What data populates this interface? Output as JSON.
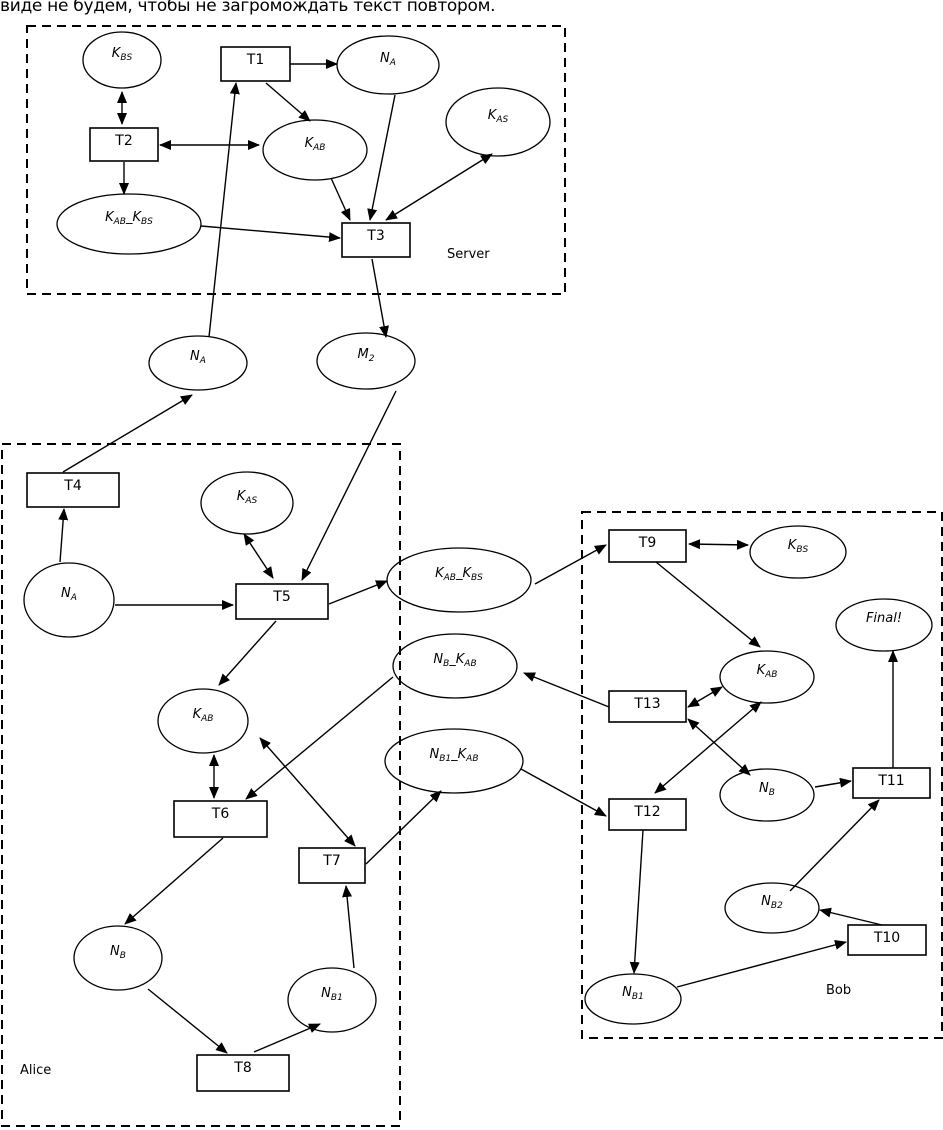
{
  "caption": "виде не будем, чтобы не загромождать текст повтором.",
  "groups": [
    {
      "id": "server",
      "label": "Server"
    },
    {
      "id": "alice",
      "label": "Alice"
    },
    {
      "id": "bob",
      "label": "Bob"
    }
  ],
  "places": [
    {
      "id": "s_kbs",
      "group": "server",
      "main": "K",
      "sub": "BS"
    },
    {
      "id": "s_na",
      "group": "server",
      "main": "N",
      "sub": "A"
    },
    {
      "id": "s_kas",
      "group": "server",
      "main": "K",
      "sub": "AS"
    },
    {
      "id": "s_kab",
      "group": "server",
      "main": "K",
      "sub": "AB"
    },
    {
      "id": "s_kabkbs",
      "group": "server",
      "main": "K",
      "sub": "AB",
      "main2": "_K",
      "sub2": "BS"
    },
    {
      "id": "m_na",
      "group": "channel",
      "main": "N",
      "sub": "A"
    },
    {
      "id": "m_m2",
      "group": "channel",
      "main": "M",
      "sub": "2"
    },
    {
      "id": "a_kas",
      "group": "alice",
      "main": "K",
      "sub": "AS"
    },
    {
      "id": "a_na",
      "group": "alice",
      "main": "N",
      "sub": "A"
    },
    {
      "id": "c_kabkbs",
      "group": "channel",
      "main": "K",
      "sub": "AB",
      "main2": "_K",
      "sub2": "BS"
    },
    {
      "id": "a_kab",
      "group": "alice",
      "main": "K",
      "sub": "AB"
    },
    {
      "id": "c_nbkab",
      "group": "channel",
      "main": "N",
      "sub": "B",
      "main2": "_K",
      "sub2": "AB"
    },
    {
      "id": "c_nb1kab",
      "group": "channel",
      "main": "N",
      "sub": "B1",
      "main2": "_K",
      "sub2": "AB"
    },
    {
      "id": "a_nb",
      "group": "alice",
      "main": "N",
      "sub": "B"
    },
    {
      "id": "a_nb1",
      "group": "alice",
      "main": "N",
      "sub": "B1"
    },
    {
      "id": "b_kbs",
      "group": "bob",
      "main": "K",
      "sub": "BS"
    },
    {
      "id": "b_final",
      "group": "bob",
      "main": "Final!",
      "sub": ""
    },
    {
      "id": "b_kab",
      "group": "bob",
      "main": "K",
      "sub": "AB"
    },
    {
      "id": "b_nb",
      "group": "bob",
      "main": "N",
      "sub": "B"
    },
    {
      "id": "b_nb2",
      "group": "bob",
      "main": "N",
      "sub": "B2"
    },
    {
      "id": "b_nb1",
      "group": "bob",
      "main": "N",
      "sub": "B1"
    }
  ],
  "transitions": [
    {
      "id": "T1",
      "label": "T1",
      "group": "server"
    },
    {
      "id": "T2",
      "label": "T2",
      "group": "server"
    },
    {
      "id": "T3",
      "label": "T3",
      "group": "server"
    },
    {
      "id": "T4",
      "label": "T4",
      "group": "alice"
    },
    {
      "id": "T5",
      "label": "T5",
      "group": "alice"
    },
    {
      "id": "T6",
      "label": "T6",
      "group": "alice"
    },
    {
      "id": "T7",
      "label": "T7",
      "group": "alice"
    },
    {
      "id": "T8",
      "label": "T8",
      "group": "alice"
    },
    {
      "id": "T9",
      "label": "T9",
      "group": "bob"
    },
    {
      "id": "T10",
      "label": "T10",
      "group": "bob"
    },
    {
      "id": "T11",
      "label": "T11",
      "group": "bob"
    },
    {
      "id": "T12",
      "label": "T12",
      "group": "bob"
    },
    {
      "id": "T13",
      "label": "T13",
      "group": "bob"
    }
  ],
  "arcs": [
    {
      "from": "T1",
      "to": "s_na",
      "bidirectional": false
    },
    {
      "from": "T1",
      "to": "s_kab",
      "bidirectional": false
    },
    {
      "from": "s_kbs",
      "to": "T2",
      "bidirectional": true
    },
    {
      "from": "T2",
      "to": "s_kab",
      "bidirectional": true
    },
    {
      "from": "T2",
      "to": "s_kabkbs",
      "bidirectional": false
    },
    {
      "from": "s_kabkbs",
      "to": "T3",
      "bidirectional": false
    },
    {
      "from": "s_kab",
      "to": "T3",
      "bidirectional": false
    },
    {
      "from": "s_na",
      "to": "T3",
      "bidirectional": false
    },
    {
      "from": "s_kas",
      "to": "T3",
      "bidirectional": true
    },
    {
      "from": "m_na",
      "to": "T1",
      "bidirectional": false
    },
    {
      "from": "T3",
      "to": "m_m2",
      "bidirectional": false
    },
    {
      "from": "T4",
      "to": "m_na",
      "bidirectional": false
    },
    {
      "from": "m_m2",
      "to": "T5",
      "bidirectional": false
    },
    {
      "from": "a_na",
      "to": "T4",
      "bidirectional": false
    },
    {
      "from": "a_na",
      "to": "T5",
      "bidirectional": false
    },
    {
      "from": "a_kas",
      "to": "T5",
      "bidirectional": true
    },
    {
      "from": "T5",
      "to": "c_kabkbs",
      "bidirectional": false
    },
    {
      "from": "T5",
      "to": "a_kab",
      "bidirectional": false
    },
    {
      "from": "a_kab",
      "to": "T6",
      "bidirectional": true
    },
    {
      "from": "a_kab",
      "to": "T7",
      "bidirectional": true
    },
    {
      "from": "c_nbkab",
      "to": "T6",
      "bidirectional": false
    },
    {
      "from": "T6",
      "to": "a_nb",
      "bidirectional": false
    },
    {
      "from": "a_nb",
      "to": "T8",
      "bidirectional": false
    },
    {
      "from": "T8",
      "to": "a_nb1",
      "bidirectional": false
    },
    {
      "from": "a_nb1",
      "to": "T7",
      "bidirectional": false
    },
    {
      "from": "T7",
      "to": "c_nb1kab",
      "bidirectional": false
    },
    {
      "from": "c_kabkbs",
      "to": "T9",
      "bidirectional": false
    },
    {
      "from": "T9",
      "to": "b_kbs",
      "bidirectional": true
    },
    {
      "from": "T9",
      "to": "b_kab",
      "bidirectional": false
    },
    {
      "from": "T13",
      "to": "c_nbkab",
      "bidirectional": false
    },
    {
      "from": "T13",
      "to": "b_kab",
      "bidirectional": true
    },
    {
      "from": "T13",
      "to": "b_nb",
      "bidirectional": true
    },
    {
      "from": "b_kab",
      "to": "T12",
      "bidirectional": true
    },
    {
      "from": "c_nb1kab",
      "to": "T12",
      "bidirectional": false
    },
    {
      "from": "T12",
      "to": "b_nb1",
      "bidirectional": false
    },
    {
      "from": "b_nb1",
      "to": "T10",
      "bidirectional": false
    },
    {
      "from": "T10",
      "to": "b_nb2",
      "bidirectional": false
    },
    {
      "from": "b_nb2",
      "to": "T11",
      "bidirectional": false
    },
    {
      "from": "b_nb",
      "to": "T11",
      "bidirectional": false
    },
    {
      "from": "T11",
      "to": "b_final",
      "bidirectional": false
    }
  ]
}
